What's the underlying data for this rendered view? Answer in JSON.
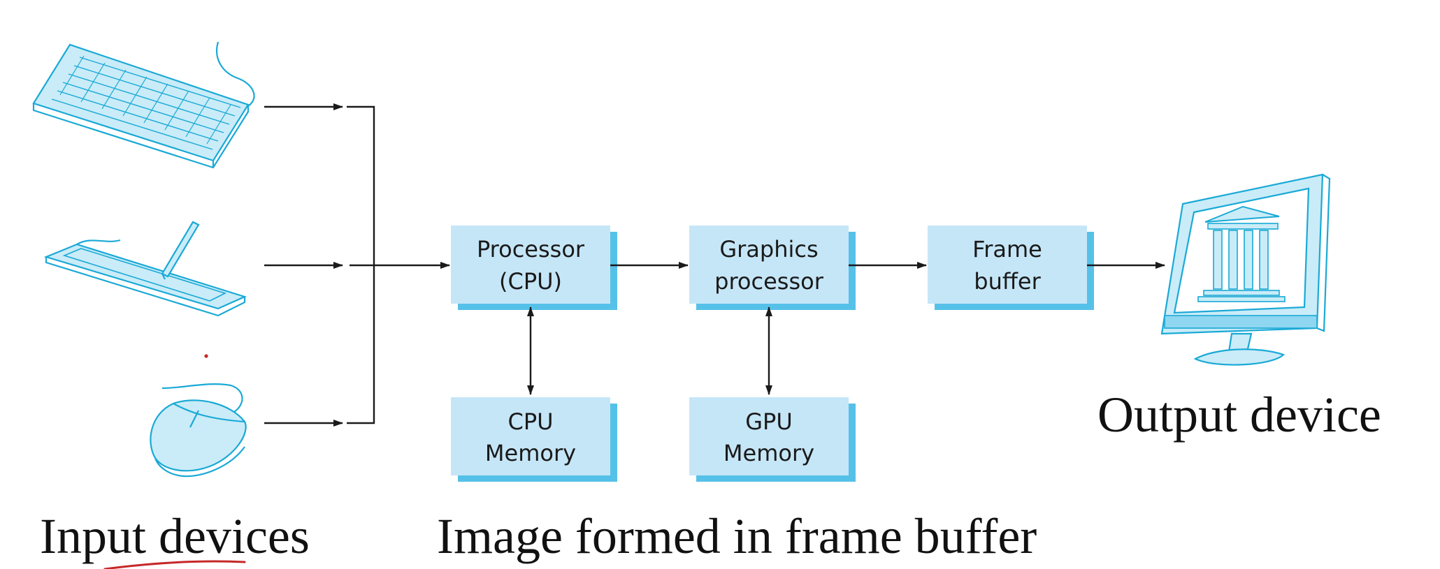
{
  "boxes": {
    "cpu": {
      "line1": "Processor",
      "line2": "(CPU)"
    },
    "gpu": {
      "line1": "Graphics",
      "line2": "processor"
    },
    "frame_buffer": {
      "line1": "Frame",
      "line2": "buffer"
    },
    "cpu_memory": {
      "line1": "CPU",
      "line2": "Memory"
    },
    "gpu_memory": {
      "line1": "GPU",
      "line2": "Memory"
    }
  },
  "captions": {
    "input": "Input devices",
    "image": "Image formed in frame buffer",
    "output": "Output device"
  },
  "devices": {
    "input": [
      "keyboard-icon",
      "tablet-icon",
      "mouse-icon"
    ],
    "output": "monitor-icon"
  },
  "colors": {
    "box_fill": "#c5e6f7",
    "box_shadow": "#38b6e4",
    "device": "#1aa9d6",
    "line": "#1a1a1a",
    "annotation": "#c62828"
  }
}
